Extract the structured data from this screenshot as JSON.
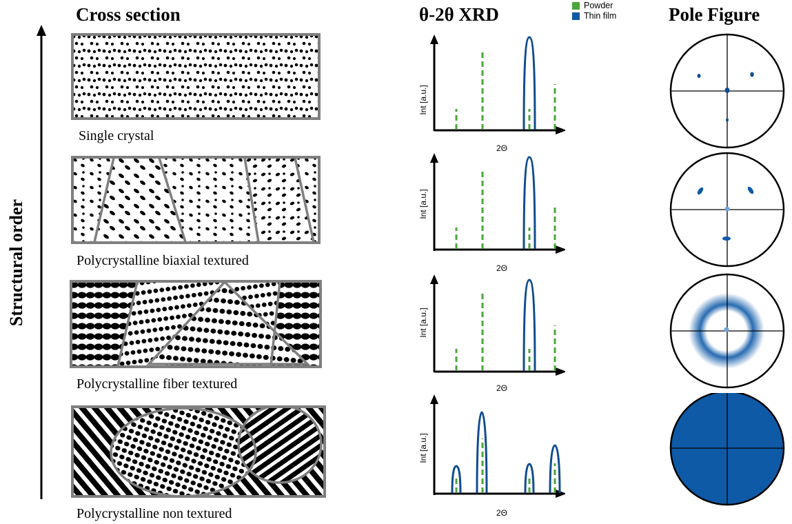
{
  "axis": {
    "label": "Structural order"
  },
  "headers": {
    "cross_section": "Cross section",
    "xrd": "θ-2θ XRD",
    "pole_figure": "Pole Figure"
  },
  "legend": [
    {
      "label": "Powder",
      "color": "#4aa63a"
    },
    {
      "label": "Thin film",
      "color": "#0f5aa6"
    }
  ],
  "rows": [
    {
      "caption": "Single crystal",
      "xrd_ylabel": "Int [a.u.]",
      "xrd_xlabel": "2Θ"
    },
    {
      "caption": "Polycrystalline biaxial textured",
      "xrd_ylabel": "Int [a.u.]",
      "xrd_xlabel": "2Θ"
    },
    {
      "caption": "Polycrystalline fiber textured",
      "xrd_ylabel": "Int [a.u.]",
      "xrd_xlabel": "2Θ"
    },
    {
      "caption": "Polycrystalline non textured",
      "xrd_ylabel": "Int [a.u.]",
      "xrd_xlabel": "2Θ"
    }
  ]
}
